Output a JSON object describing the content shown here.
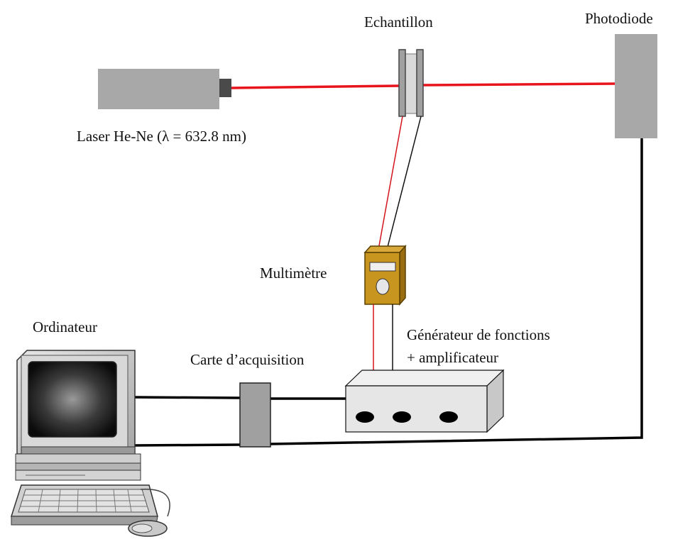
{
  "labels": {
    "echantillon": "Echantillon",
    "photodiode": "Photodiode",
    "laser": "Laser He-Ne (λ = 632.8 nm)",
    "multimetre": "Multimètre",
    "ordinateur": "Ordinateur",
    "carte": "Carte d’acquisition",
    "generateur_line1": "Générateur de fonctions",
    "generateur_line2": "+ amplificateur"
  },
  "colors": {
    "laser_beam": "#e8141c",
    "red_wire": "#d4141c",
    "black_wire": "#111111",
    "device_gray": "#a8a8a8",
    "multimeter_body": "#c8961e"
  },
  "icons": {
    "computer": "computer-icon",
    "mouse": "mouse-icon",
    "keyboard": "keyboard-icon"
  }
}
